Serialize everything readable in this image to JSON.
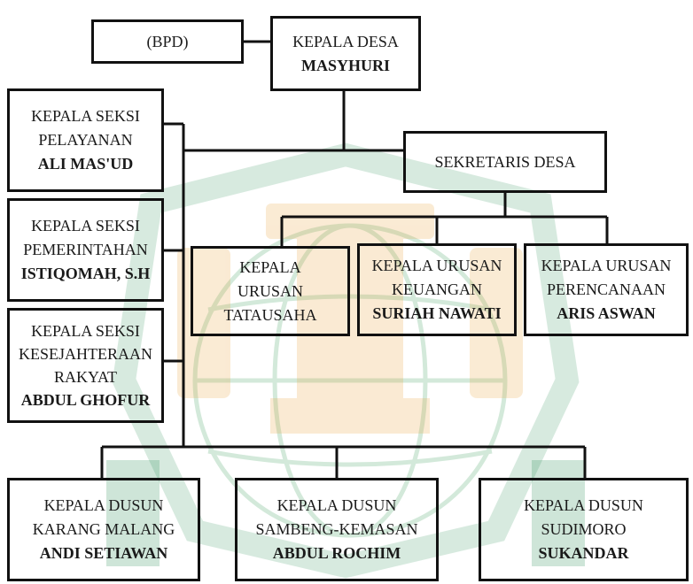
{
  "nodes": {
    "bpd": {
      "lines": [
        "(BPD)"
      ],
      "name": ""
    },
    "kepala_desa": {
      "lines": [
        "KEPALA DESA"
      ],
      "name": "MASYHURI"
    },
    "seksi_pelayanan": {
      "lines": [
        "KEPALA SEKSI",
        "PELAYANAN"
      ],
      "name": "ALI MAS'UD"
    },
    "sekretaris": {
      "lines": [
        "SEKRETARIS DESA"
      ],
      "name": ""
    },
    "seksi_pemerintahan": {
      "lines": [
        "KEPALA SEKSI",
        "PEMERINTAHAN"
      ],
      "name": "ISTIQOMAH, S.H"
    },
    "urusan_tatausaha": {
      "lines": [
        "KEPALA",
        "URUSAN",
        "TATAUSAHA"
      ],
      "name": ""
    },
    "urusan_keuangan": {
      "lines": [
        "KEPALA URUSAN",
        "KEUANGAN"
      ],
      "name": "SURIAH NAWATI"
    },
    "urusan_perencanaan": {
      "lines": [
        "KEPALA URUSAN",
        "PERENCANAAN"
      ],
      "name": "ARIS ASWAN"
    },
    "seksi_kesejahteraan": {
      "lines": [
        "KEPALA SEKSI",
        "KESEJAHTERAAN",
        "RAKYAT"
      ],
      "name": "ABDUL GHOFUR"
    },
    "dusun_karang_malang": {
      "lines": [
        "KEPALA DUSUN",
        "KARANG MALANG"
      ],
      "name": "ANDI SETIAWAN"
    },
    "dusun_sambeng": {
      "lines": [
        "KEPALA DUSUN",
        "SAMBENG-KEMASAN"
      ],
      "name": "ABDUL ROCHIM"
    },
    "dusun_sudimoro": {
      "lines": [
        "KEPALA DUSUN",
        "SUDIMORO"
      ],
      "name": "SUKANDAR"
    }
  }
}
